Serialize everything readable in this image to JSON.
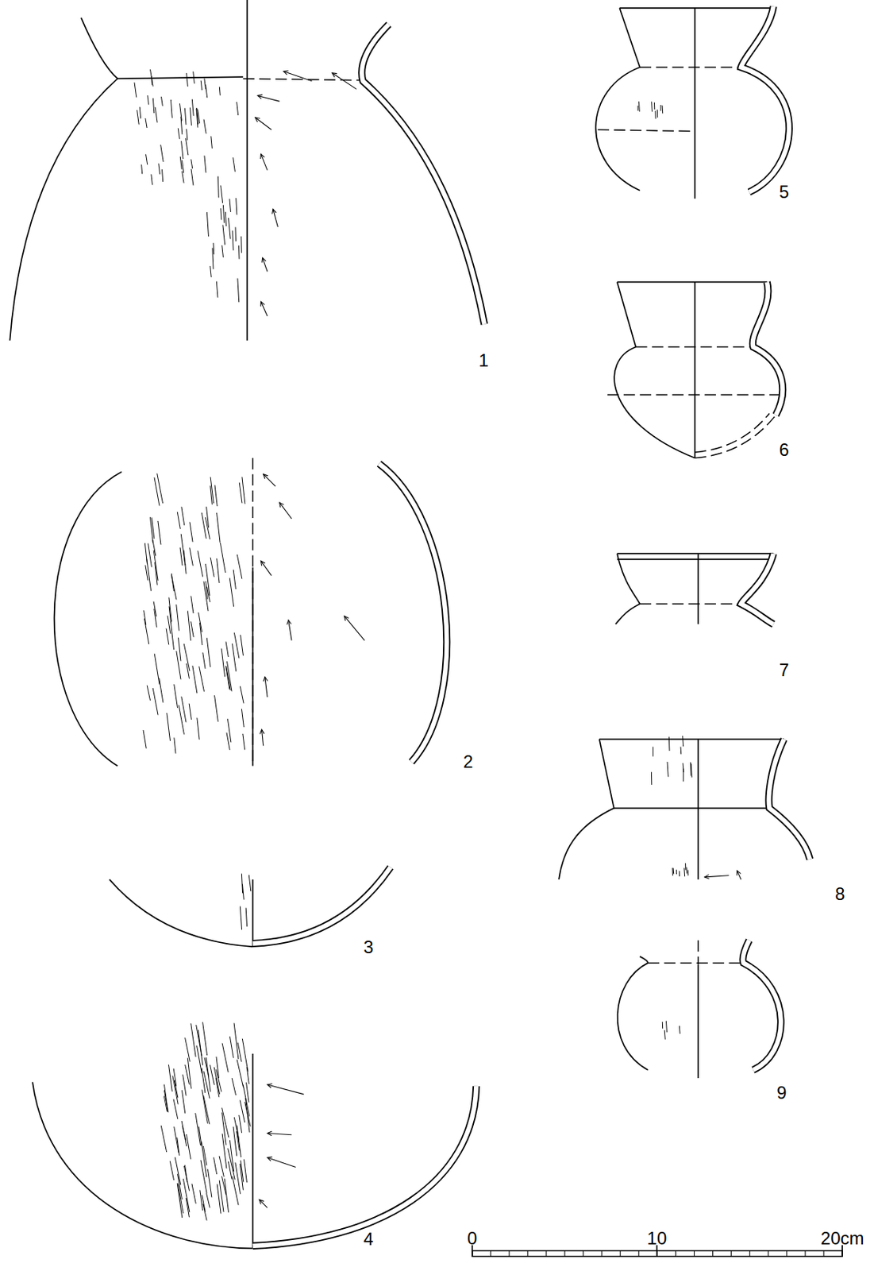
{
  "diagram": {
    "labels": [
      "1",
      "2",
      "3",
      "4",
      "5",
      "6",
      "7",
      "8",
      "9",
      "0",
      "10",
      "20cm"
    ]
  }
}
